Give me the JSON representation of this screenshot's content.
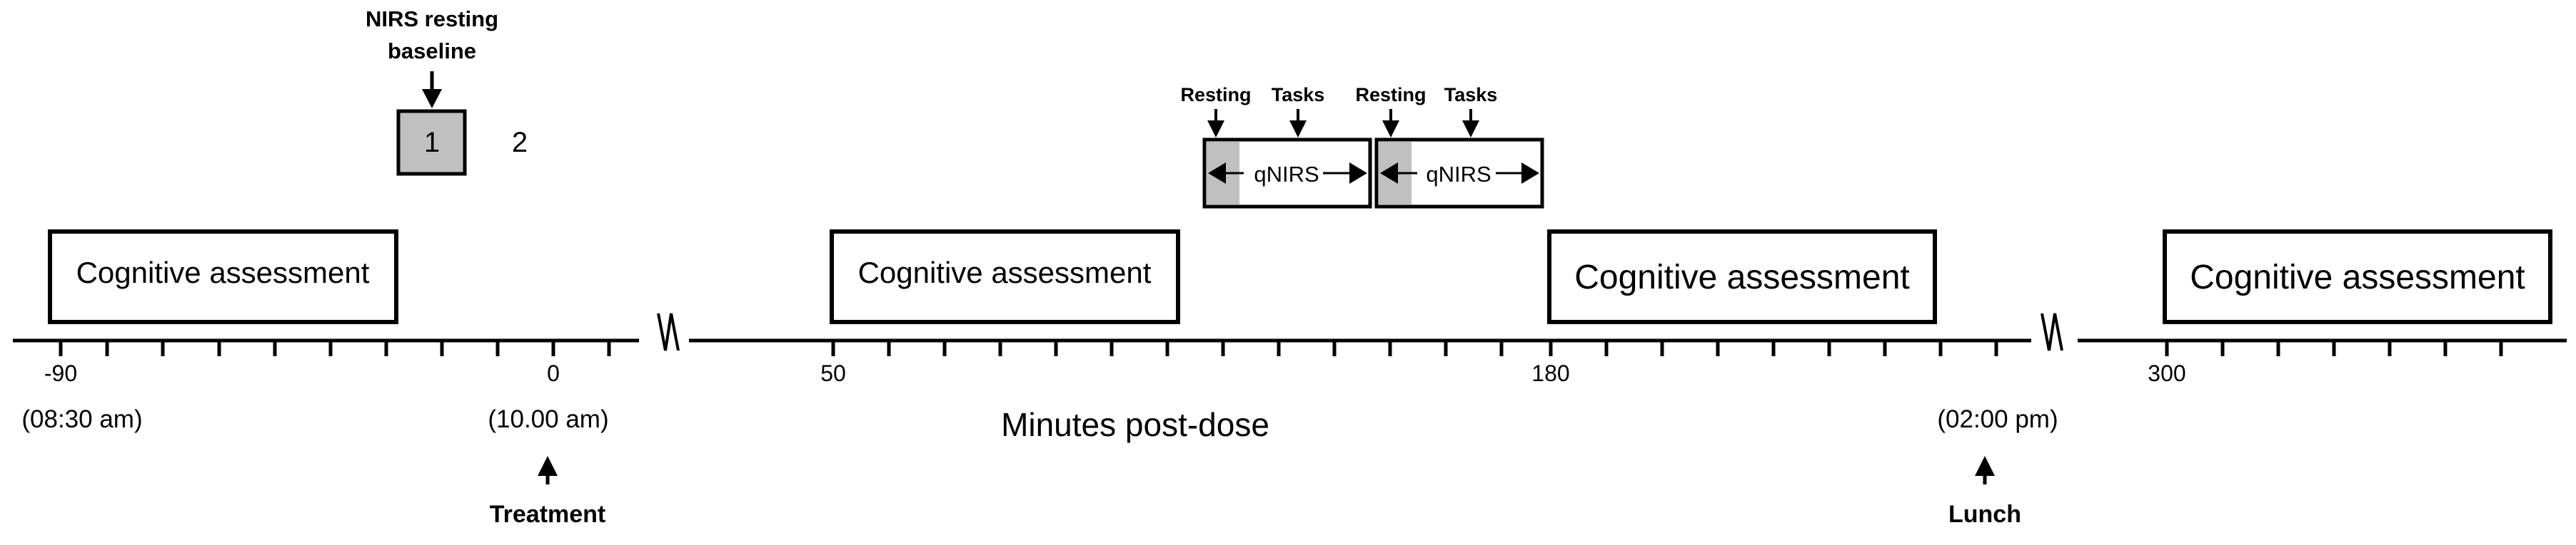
{
  "nirs": {
    "title_line1": "NIRS resting",
    "title_line2": "baseline",
    "box1_label": "1",
    "box2_label": "2"
  },
  "qnirs_blocks": [
    {
      "resting_label": "Resting",
      "tasks_label": "Tasks",
      "box_label": "qNIRS"
    },
    {
      "resting_label": "Resting",
      "tasks_label": "Tasks",
      "box_label": "qNIRS"
    }
  ],
  "assessments": [
    {
      "label": "Cognitive assessment"
    },
    {
      "label": "Cognitive assessment"
    },
    {
      "label": "Cognitive assessment"
    },
    {
      "label": "Cognitive assessment"
    }
  ],
  "axis": {
    "ticks": {
      "m90": "-90",
      "zero": "0",
      "fifty": "50",
      "oneeighty": "180",
      "threehundred": "300"
    },
    "times": {
      "t0830": "(08:30 am)",
      "t1000": "(10.00 am)",
      "t0200": "(02:00 pm)"
    },
    "xlabel": "Minutes post-dose"
  },
  "events": {
    "treatment": "Treatment",
    "lunch": "Lunch"
  },
  "colors": {
    "line": "#000000",
    "grey_fill": "#c0c0c0",
    "background": "#ffffff"
  }
}
